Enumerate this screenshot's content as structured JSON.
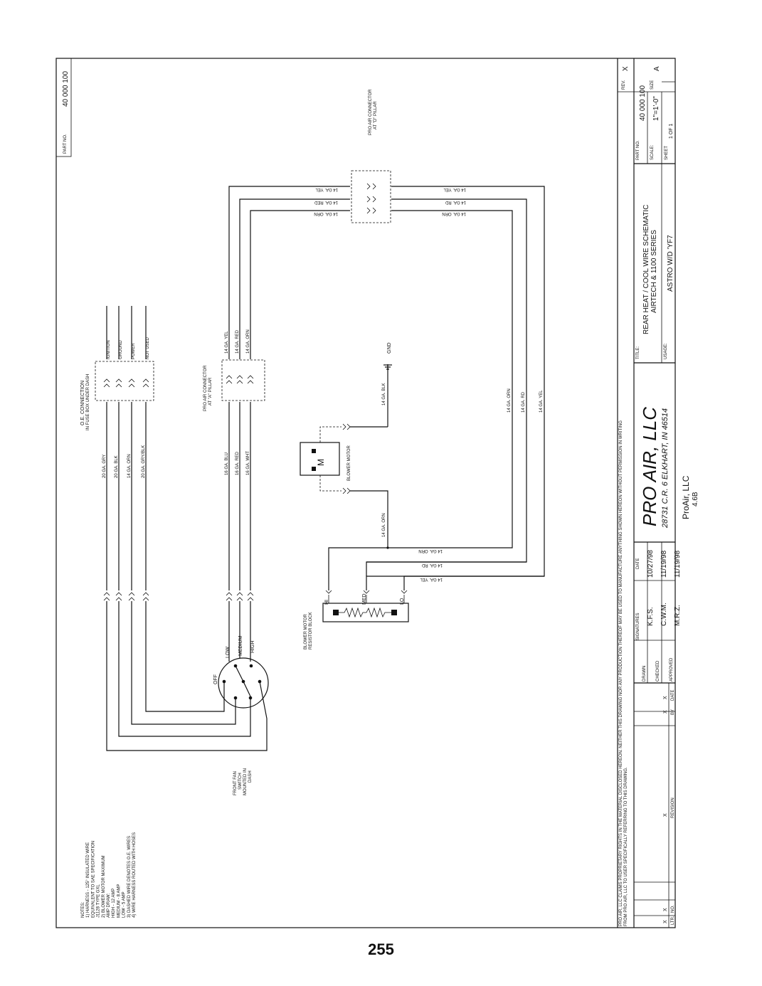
{
  "page": {
    "number": "255"
  },
  "part_box": {
    "label": "PART NO.",
    "value": "40 000 100"
  },
  "notes": [
    "NOTES:",
    "1) HARNESS - 125° INSULATED WIRE",
    "EQUIVALENT TO SAE SPECIFICATION",
    "J1128 TYPE GXL",
    "2) BLOWER MOTOR MAXIMUM",
    "AMP DRAW:",
    "HIGH - 12 AMP",
    "MEDIUM - 8 AMP",
    "LOW - 5 AMP",
    "3) DASHED WIRE DENOTES O.E. WIRES",
    "4) WIRE HARNESS ROUTED WITH HOSES"
  ],
  "oe_connection": {
    "label_line1": "O.E. CONNECTION",
    "label_line2": "IN FUSE BOX UNDER DASH",
    "pins": [
      "IGNITION",
      "GROUND",
      "POWER",
      "NOT USED"
    ],
    "wires": [
      "20 GA. GRY",
      "20 GA. BLK",
      "14 GA. ORN",
      "20 GA. GRY/BLK"
    ]
  },
  "a_pillar_connector": {
    "label_line1": "PRO AIR CONNECTOR",
    "label_line2": "AT \"A\" PILLAR",
    "out_wires": [
      "14 GA. YEL",
      "14 GA. RED",
      "14 GA. ORN"
    ],
    "in_wires": [
      "16 GA. BLU",
      "16 GA. RED",
      "16 GA. WHT"
    ]
  },
  "d_pillar_connector": {
    "label_line1": "PRO AIR CONNECTOR",
    "label_line2": "AT \"D\" PILLAR",
    "left_wires": [
      "14 GA. YEL",
      "14 GA. RED",
      "14 GA. ORN"
    ],
    "right_wires": [
      "14 GA. YEL",
      "14 GA. RD",
      "14 GA. ORN"
    ]
  },
  "vertical_run_wires": [
    "14 GA. ORN",
    "14 GA. RD",
    "14 GA. YEL"
  ],
  "ground": {
    "wire": "14 GA. BLK",
    "label": "GND"
  },
  "blower_motor": {
    "label": "BLOWER MOTOR",
    "symbol": "M",
    "wire": "14 GA. ORN"
  },
  "bottom_wires": [
    "14 GA. ORN",
    "14 GA. RD",
    "14 GA. YEL"
  ],
  "resistor_block": {
    "label_line1": "BLOWER MOTOR",
    "label_line2": "RESISTOR BLOCK",
    "taps": [
      "HI",
      "MED",
      "LO"
    ]
  },
  "fan_switch": {
    "positions": [
      "OFF",
      "LOW",
      "MEDIUM",
      "HIGH"
    ],
    "label": [
      "FRONT FAN",
      "SWITCH",
      "MOUNTED IN",
      "DASH"
    ]
  },
  "title_block": {
    "proprietary": [
      "PRO AIR, LLC CLAIMS PROPRIETARY RIGHTS IN THE MATERIAL DISCLOSED HEREON. NEITHER THIS DRAWING NOR ANY PRODUCTION THEREOF MAY BE USED TO MANUFACTURE ANYTHING SHOWN HEREON WITHOUT PERMISSION IN WRITING",
      "FROM PRO AIR, LLC TO USER SPECIFICALLY REFERRING TO THIS DRAWING."
    ],
    "company": "PRO AIR, LLC",
    "address": "28731 C.R. 6 ELKHART, IN 46514",
    "title_label": "TITLE:",
    "title_line1": "REAR HEAT / COOL WIRE SCHEMATIC",
    "title_line2": "AIRTECH & 1100 SERIES",
    "usage_label": "USAGE:",
    "usage_value": "ASTRO W/D 'YF7",
    "part_label": "PART NO.",
    "part_value": "40 000 100",
    "scale_label": "SCALE:",
    "scale_value": "1\"=1'-0\"",
    "size_label": "SIZE",
    "size_value": "A",
    "sheet_label": "SHEET",
    "sheet_value": "1 OF 1",
    "rev_label": "REV.",
    "rev_value": "X",
    "sig_headers": [
      "SIGNATURES",
      "DATE"
    ],
    "sig_rows": [
      {
        "role": "DRAWN",
        "name": "K.F.S.",
        "date": "10/27/98"
      },
      {
        "role": "CHECKED",
        "name": "C.W.M.",
        "date": "11/19/98"
      },
      {
        "role": "APPROVED",
        "name": "M.R.Z.",
        "date": "11/19/98"
      }
    ],
    "rev_headers": [
      "LTR.",
      "NO.",
      "REVISION",
      "BY",
      "DATE"
    ],
    "rev_row": [
      "X",
      "X",
      "X",
      "X",
      "X"
    ]
  },
  "stamp": {
    "line1": "ProAir, LLC",
    "line2": "4.6B"
  }
}
